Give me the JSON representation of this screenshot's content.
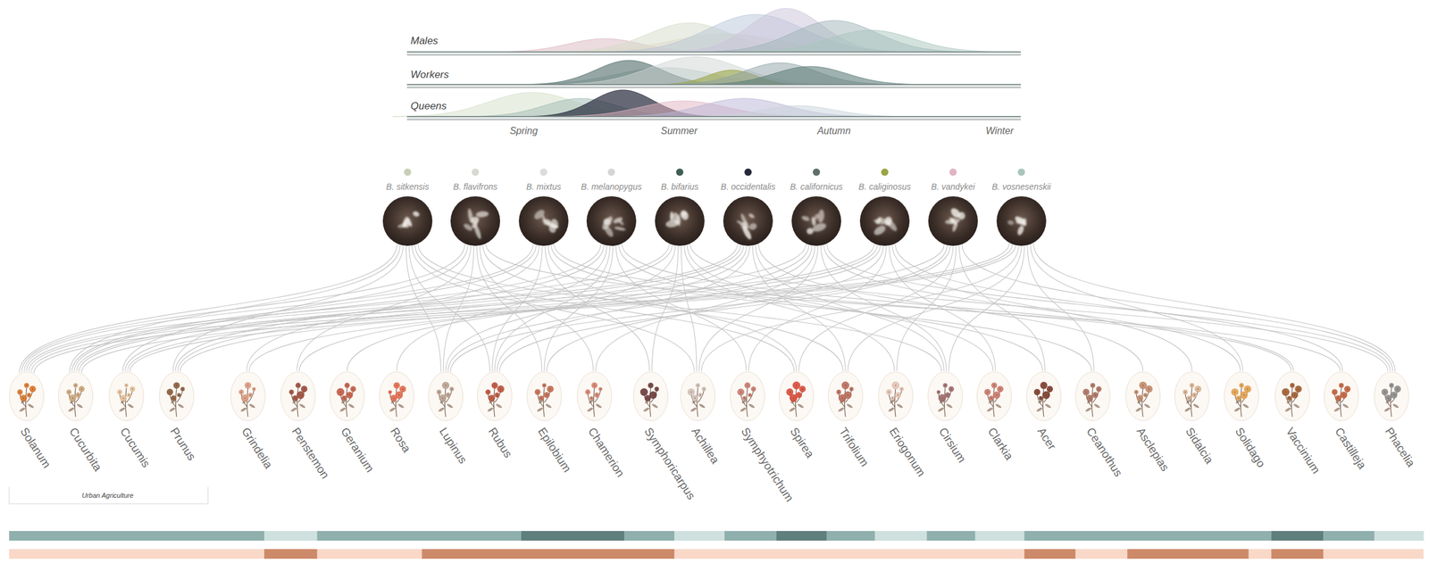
{
  "diagram": {
    "nodes": [
      {
        "text": [
          "B. sitkensis"
        ]
      },
      {
        "text": [
          "B. flavifrons"
        ]
      },
      {
        "text": [
          "B. mixtus"
        ]
      },
      {
        "text": [
          "B. melanopygus"
        ]
      },
      {
        "text": [
          "B. bifarius"
        ]
      },
      {
        "text": [
          "B. occidentalis"
        ]
      },
      {
        "text": [
          "B. californicus"
        ]
      },
      {
        "text": [
          "B. caliginosus"
        ]
      },
      {
        "text": [
          "B. vandykei"
        ]
      },
      {
        "text": [
          "B. vosnesenskii"
        ]
      },
      {
        "text": [
          "Solanum"
        ]
      },
      {
        "text": [
          "Cucurbita"
        ]
      },
      {
        "text": [
          "Cucumis"
        ]
      },
      {
        "text": [
          "Prunus"
        ]
      },
      {
        "text": [
          "Grindelia"
        ]
      },
      {
        "text": [
          "Penstemon"
        ]
      },
      {
        "text": [
          "Geranium"
        ]
      },
      {
        "text": [
          "Rosa"
        ]
      },
      {
        "text": [
          "Lupinus"
        ]
      },
      {
        "text": [
          "Rubus"
        ]
      },
      {
        "text": [
          "Epilobium"
        ]
      },
      {
        "text": [
          "Chamerion"
        ]
      },
      {
        "text": [
          "Symphoricarpus"
        ]
      },
      {
        "text": [
          "Achillea"
        ]
      },
      {
        "text": [
          "Symphyotrichum"
        ]
      },
      {
        "text": [
          "Spirea"
        ]
      },
      {
        "text": [
          "Trifolium"
        ]
      },
      {
        "text": [
          "Eriogonum"
        ]
      },
      {
        "text": [
          "Cirsium"
        ]
      },
      {
        "text": [
          "Clarkia"
        ]
      },
      {
        "text": [
          "Acer"
        ]
      },
      {
        "text": [
          "Ceanothus"
        ]
      },
      {
        "text": [
          "Asclepias"
        ]
      },
      {
        "text": [
          "Sidalcia"
        ]
      },
      {
        "text": [
          "Solidago"
        ]
      },
      {
        "text": [
          "Vaccinium"
        ]
      },
      {
        "text": [
          "Castilleja"
        ]
      },
      {
        "text": [
          "Phacelia"
        ]
      }
    ],
    "edges": [
      {
        "from": 0,
        "to": 10,
        "arrow": "none"
      },
      {
        "from": 0,
        "to": 11,
        "arrow": "none"
      },
      {
        "from": 0,
        "to": 13,
        "arrow": "none"
      },
      {
        "from": 0,
        "to": 18,
        "arrow": "none"
      },
      {
        "from": 0,
        "to": 19,
        "arrow": "none"
      },
      {
        "from": 0,
        "to": 23,
        "arrow": "none"
      },
      {
        "from": 0,
        "to": 25,
        "arrow": "none"
      },
      {
        "from": 0,
        "to": 28,
        "arrow": "none"
      },
      {
        "from": 1,
        "to": 10,
        "arrow": "none"
      },
      {
        "from": 1,
        "to": 12,
        "arrow": "none"
      },
      {
        "from": 1,
        "to": 15,
        "arrow": "none"
      },
      {
        "from": 1,
        "to": 18,
        "arrow": "none"
      },
      {
        "from": 1,
        "to": 20,
        "arrow": "none"
      },
      {
        "from": 1,
        "to": 21,
        "arrow": "none"
      },
      {
        "from": 1,
        "to": 26,
        "arrow": "none"
      },
      {
        "from": 1,
        "to": 36,
        "arrow": "none"
      },
      {
        "from": 2,
        "to": 10,
        "arrow": "none"
      },
      {
        "from": 2,
        "to": 11,
        "arrow": "none"
      },
      {
        "from": 2,
        "to": 14,
        "arrow": "none"
      },
      {
        "from": 2,
        "to": 19,
        "arrow": "none"
      },
      {
        "from": 2,
        "to": 22,
        "arrow": "none"
      },
      {
        "from": 2,
        "to": 25,
        "arrow": "none"
      },
      {
        "from": 2,
        "to": 31,
        "arrow": "none"
      },
      {
        "from": 2,
        "to": 35,
        "arrow": "none"
      },
      {
        "from": 3,
        "to": 11,
        "arrow": "none"
      },
      {
        "from": 3,
        "to": 13,
        "arrow": "none"
      },
      {
        "from": 3,
        "to": 17,
        "arrow": "none"
      },
      {
        "from": 3,
        "to": 19,
        "arrow": "none"
      },
      {
        "from": 3,
        "to": 20,
        "arrow": "none"
      },
      {
        "from": 3,
        "to": 24,
        "arrow": "none"
      },
      {
        "from": 3,
        "to": 30,
        "arrow": "none"
      },
      {
        "from": 3,
        "to": 35,
        "arrow": "none"
      },
      {
        "from": 4,
        "to": 10,
        "arrow": "none"
      },
      {
        "from": 4,
        "to": 12,
        "arrow": "none"
      },
      {
        "from": 4,
        "to": 18,
        "arrow": "none"
      },
      {
        "from": 4,
        "to": 22,
        "arrow": "none"
      },
      {
        "from": 4,
        "to": 23,
        "arrow": "none"
      },
      {
        "from": 4,
        "to": 27,
        "arrow": "none"
      },
      {
        "from": 4,
        "to": 29,
        "arrow": "none"
      },
      {
        "from": 4,
        "to": 37,
        "arrow": "none"
      },
      {
        "from": 5,
        "to": 10,
        "arrow": "none"
      },
      {
        "from": 5,
        "to": 11,
        "arrow": "none"
      },
      {
        "from": 5,
        "to": 13,
        "arrow": "none"
      },
      {
        "from": 5,
        "to": 16,
        "arrow": "none"
      },
      {
        "from": 5,
        "to": 19,
        "arrow": "none"
      },
      {
        "from": 5,
        "to": 26,
        "arrow": "none"
      },
      {
        "from": 5,
        "to": 28,
        "arrow": "none"
      },
      {
        "from": 5,
        "to": 32,
        "arrow": "none"
      },
      {
        "from": 6,
        "to": 11,
        "arrow": "none"
      },
      {
        "from": 6,
        "to": 15,
        "arrow": "none"
      },
      {
        "from": 6,
        "to": 18,
        "arrow": "none"
      },
      {
        "from": 6,
        "to": 21,
        "arrow": "none"
      },
      {
        "from": 6,
        "to": 23,
        "arrow": "none"
      },
      {
        "from": 6,
        "to": 28,
        "arrow": "none"
      },
      {
        "from": 6,
        "to": 34,
        "arrow": "none"
      },
      {
        "from": 6,
        "to": 37,
        "arrow": "none"
      },
      {
        "from": 7,
        "to": 10,
        "arrow": "none"
      },
      {
        "from": 7,
        "to": 12,
        "arrow": "none"
      },
      {
        "from": 7,
        "to": 14,
        "arrow": "none"
      },
      {
        "from": 7,
        "to": 20,
        "arrow": "none"
      },
      {
        "from": 7,
        "to": 24,
        "arrow": "none"
      },
      {
        "from": 7,
        "to": 29,
        "arrow": "none"
      },
      {
        "from": 7,
        "to": 33,
        "arrow": "none"
      },
      {
        "from": 7,
        "to": 36,
        "arrow": "none"
      },
      {
        "from": 8,
        "to": 13,
        "arrow": "none"
      },
      {
        "from": 8,
        "to": 18,
        "arrow": "none"
      },
      {
        "from": 8,
        "to": 19,
        "arrow": "none"
      },
      {
        "from": 8,
        "to": 25,
        "arrow": "none"
      },
      {
        "from": 8,
        "to": 27,
        "arrow": "none"
      },
      {
        "from": 8,
        "to": 30,
        "arrow": "none"
      },
      {
        "from": 8,
        "to": 37,
        "arrow": "none"
      },
      {
        "from": 9,
        "to": 10,
        "arrow": "none"
      },
      {
        "from": 9,
        "to": 11,
        "arrow": "none"
      },
      {
        "from": 9,
        "to": 12,
        "arrow": "none"
      },
      {
        "from": 9,
        "to": 23,
        "arrow": "none"
      },
      {
        "from": 9,
        "to": 26,
        "arrow": "none"
      },
      {
        "from": 9,
        "to": 28,
        "arrow": "none"
      },
      {
        "from": 9,
        "to": 31,
        "arrow": "none"
      },
      {
        "from": 9,
        "to": 34,
        "arrow": "none"
      },
      {
        "from": 9,
        "to": 37,
        "arrow": "none"
      }
    ],
    "labels": [
      "Males",
      "Workers",
      "Queens",
      "Spring",
      "Summer",
      "Autumn",
      "Winter",
      "Urban Agriculture"
    ]
  }
}
